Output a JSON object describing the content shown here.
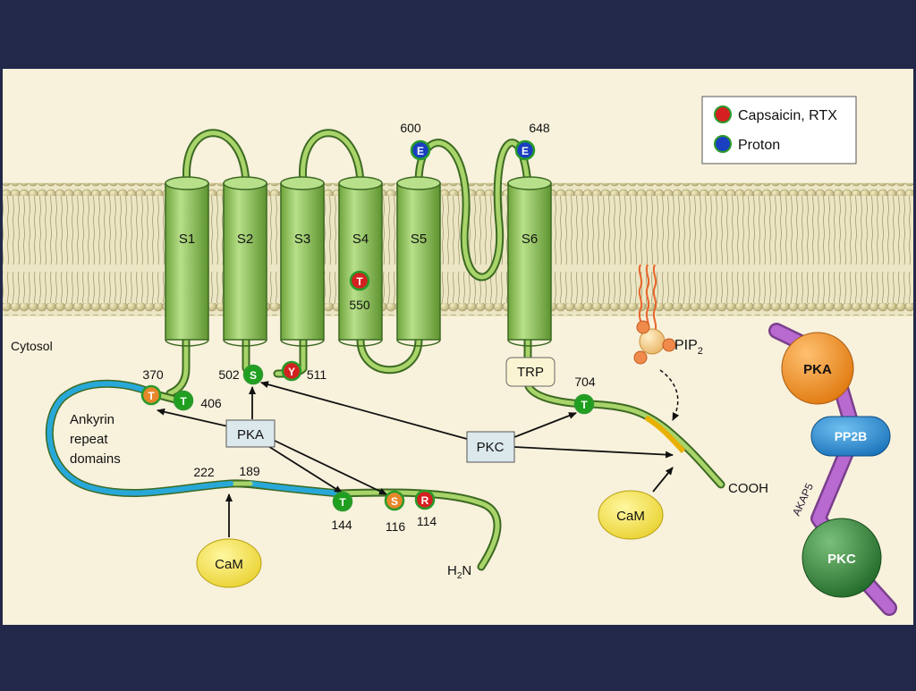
{
  "labels": {
    "cytosol": "Cytosol",
    "ankyrin": [
      "Ankyrin",
      "repeat",
      "domains"
    ],
    "cooh": "COOH",
    "h2n_h": "H",
    "h2n_2": "2",
    "h2n_n": "N",
    "pip_main": "PIP",
    "pip_sub": "2"
  },
  "helices": [
    "S1",
    "S2",
    "S3",
    "S4",
    "S5",
    "S6"
  ],
  "legend": {
    "items": [
      {
        "label": "Capsaicin, RTX",
        "color": "#d42020"
      },
      {
        "label": "Proton",
        "color": "#1a3fc0"
      }
    ]
  },
  "sites": {
    "e600": {
      "letter": "E",
      "num": "600"
    },
    "e648": {
      "letter": "E",
      "num": "648"
    },
    "t550": {
      "letter": "T",
      "num": "550"
    },
    "t370": {
      "letter": "T",
      "num": "370"
    },
    "t406": {
      "letter": "T",
      "num": "406"
    },
    "s502": {
      "letter": "S",
      "num": "502"
    },
    "y511": {
      "letter": "Y",
      "num": "511"
    },
    "t704": {
      "letter": "T",
      "num": "704"
    },
    "t144": {
      "letter": "T",
      "num": "144"
    },
    "s116": {
      "letter": "S",
      "num": "116"
    },
    "r114": {
      "letter": "R",
      "num": "114"
    }
  },
  "segments": {
    "n222": "222",
    "n189": "189"
  },
  "boxes": {
    "pka": "PKA",
    "pkc": "PKC",
    "trp": "TRP"
  },
  "cam": [
    "CaM",
    "CaM"
  ],
  "complex": {
    "pka": "PKA",
    "pp2b": "PP2B",
    "pkc": "PKC",
    "akap": "AKAP5"
  }
}
